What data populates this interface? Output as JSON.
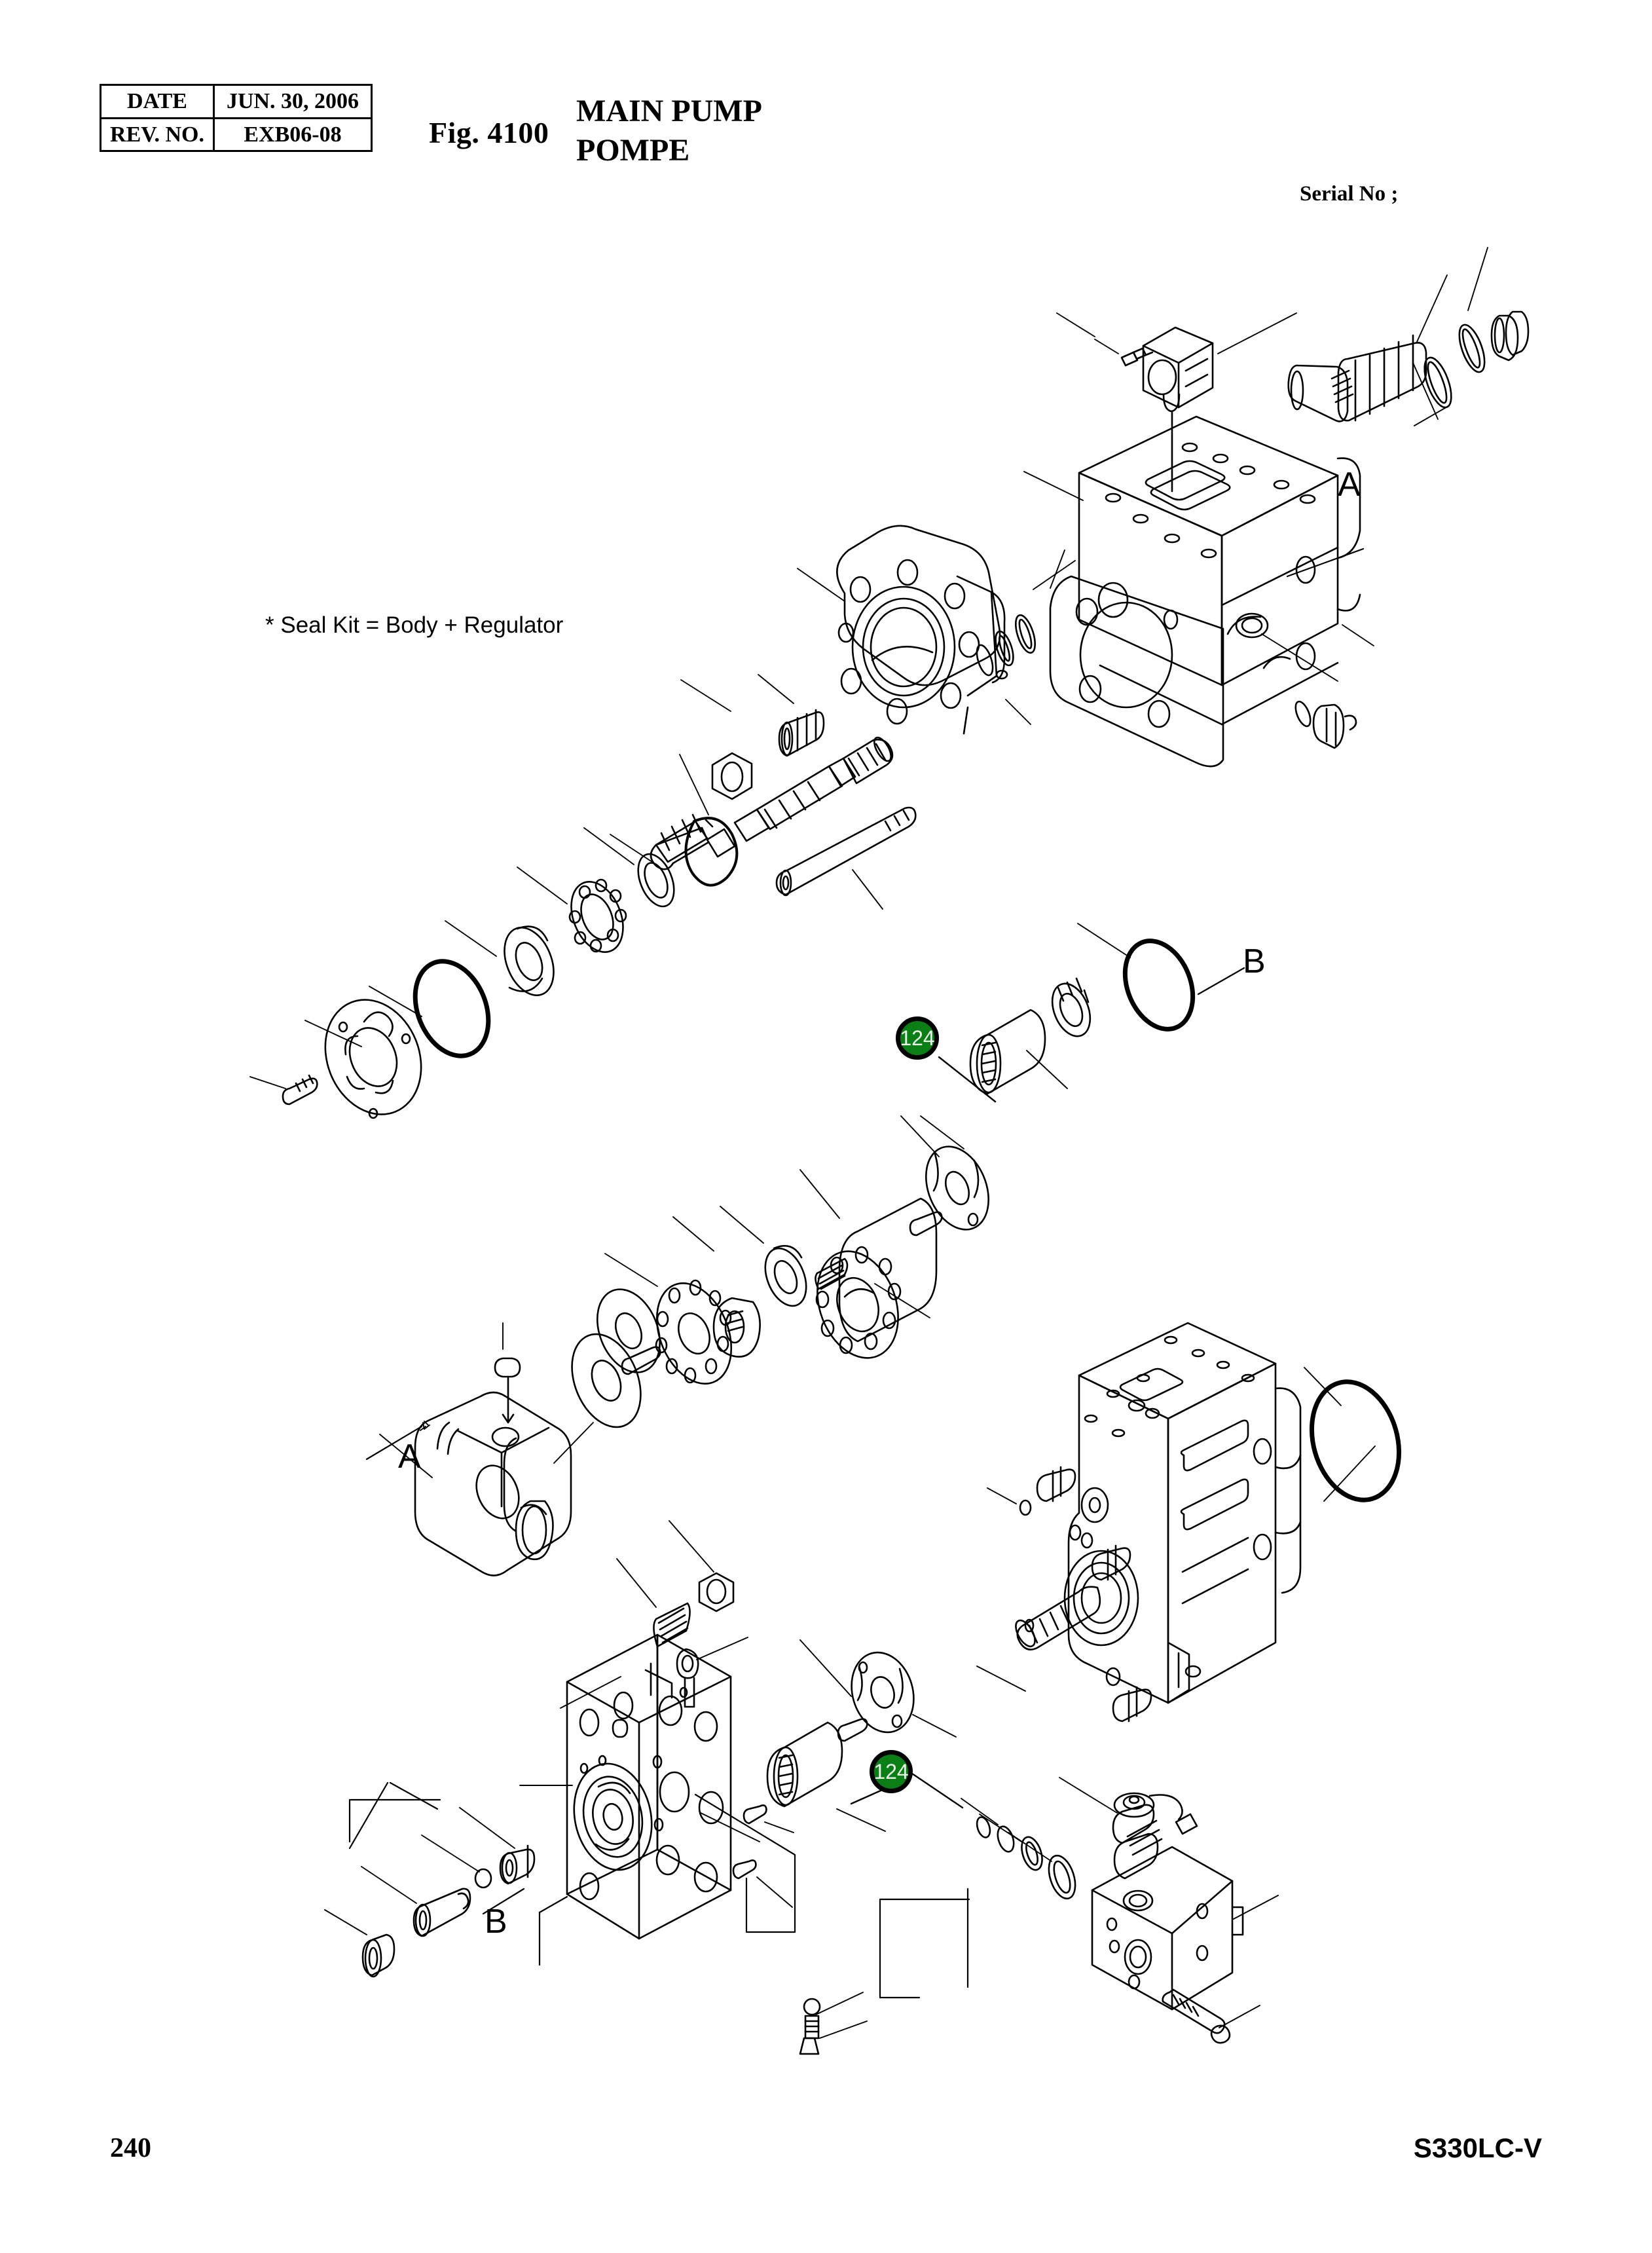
{
  "header": {
    "table": {
      "rows": [
        {
          "key": "DATE",
          "value": "JUN. 30, 2006"
        },
        {
          "key": "REV. NO.",
          "value": "EXB06-08"
        }
      ]
    },
    "figure_number": "Fig. 4100",
    "title_line1": "MAIN PUMP",
    "title_line2": "POMPE",
    "serial_label": "Serial No ;"
  },
  "note": "* Seal Kit = Body + Regulator",
  "section_markers": [
    {
      "label": "A",
      "position": "upper-right-pump-body"
    },
    {
      "label": "B",
      "position": "mid-right-o-ring"
    },
    {
      "label": "A",
      "position": "mid-left-swash-plate"
    },
    {
      "label": "B",
      "position": "lower-left-regulator"
    }
  ],
  "callouts": [
    {
      "number": "124",
      "part": "needle-bearing-upper"
    },
    {
      "number": "124",
      "part": "needle-bearing-lower"
    }
  ],
  "footer": {
    "page_number": "240",
    "model": "S330LC-V"
  },
  "colors": {
    "highlight_fill": "#0a7f16",
    "highlight_ring": "#000000",
    "highlight_text": "#e9f3e9",
    "line": "#000000",
    "background": "#ffffff"
  }
}
